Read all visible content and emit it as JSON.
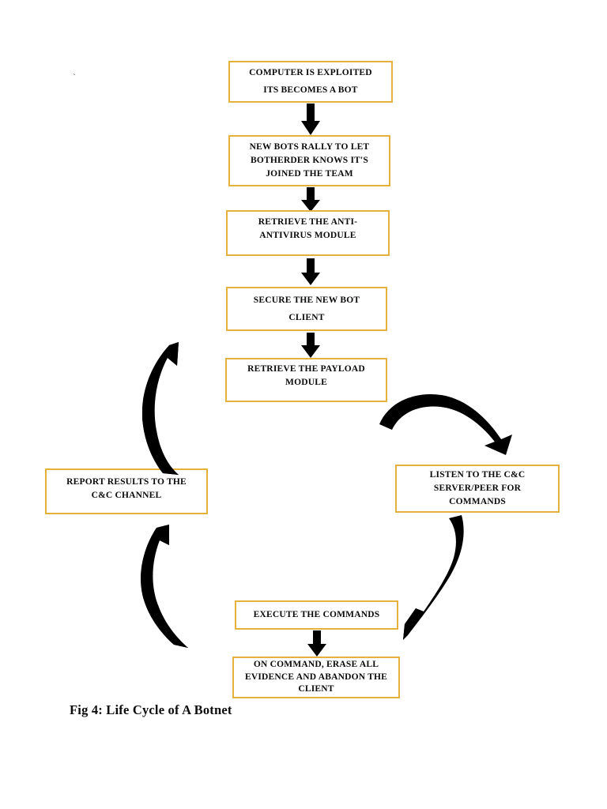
{
  "figure": {
    "caption": "Fig 4: Life Cycle of A Botnet",
    "stray_mark": "`",
    "box_border_color": "#e3b13c",
    "arrow_color": "#000000",
    "background_color": "#ffffff"
  },
  "nodes": [
    {
      "id": "exploited",
      "label": "COMPUTER IS EXPLOITED\nITS BECOMES A BOT"
    },
    {
      "id": "rally",
      "label": "NEW BOTS RALLY TO LET\nBOTHERDER KNOWS IT'S\nJOINED THE TEAM"
    },
    {
      "id": "antivirus",
      "label": "RETRIEVE THE ANTI-\nANTIVIRUS MODULE"
    },
    {
      "id": "secure",
      "label": "SECURE THE NEW BOT\nCLIENT"
    },
    {
      "id": "payload",
      "label": "RETRIEVE THE PAYLOAD\nMODULE"
    },
    {
      "id": "listen",
      "label": "LISTEN TO THE C&C\nSERVER/PEER FOR\nCOMMANDS"
    },
    {
      "id": "execute",
      "label": "EXECUTE THE COMMANDS"
    },
    {
      "id": "erase",
      "label": "ON COMMAND, ERASE ALL\nEVIDENCE AND ABANDON THE\nCLIENT"
    },
    {
      "id": "report",
      "label": "REPORT RESULTS TO THE\nC&C CHANNEL"
    }
  ],
  "connectors": [
    {
      "id": "a1",
      "kind": "straight-down",
      "from": "exploited",
      "to": "rally"
    },
    {
      "id": "a2",
      "kind": "straight-down",
      "from": "rally",
      "to": "antivirus"
    },
    {
      "id": "a3",
      "kind": "straight-down",
      "from": "antivirus",
      "to": "secure"
    },
    {
      "id": "a4",
      "kind": "straight-down",
      "from": "secure",
      "to": "payload"
    },
    {
      "id": "c1",
      "kind": "curved-arc-right-down",
      "from": "payload",
      "to": "listen"
    },
    {
      "id": "c2",
      "kind": "curved-arc-down-left",
      "from": "listen",
      "to": "execute"
    },
    {
      "id": "a5",
      "kind": "straight-down",
      "from": "execute",
      "to": "erase"
    },
    {
      "id": "c3",
      "kind": "curved-arc-up-left",
      "from": "erase",
      "to": "report"
    },
    {
      "id": "c4",
      "kind": "curved-arc-up-right",
      "from": "report",
      "to": "payload"
    }
  ]
}
